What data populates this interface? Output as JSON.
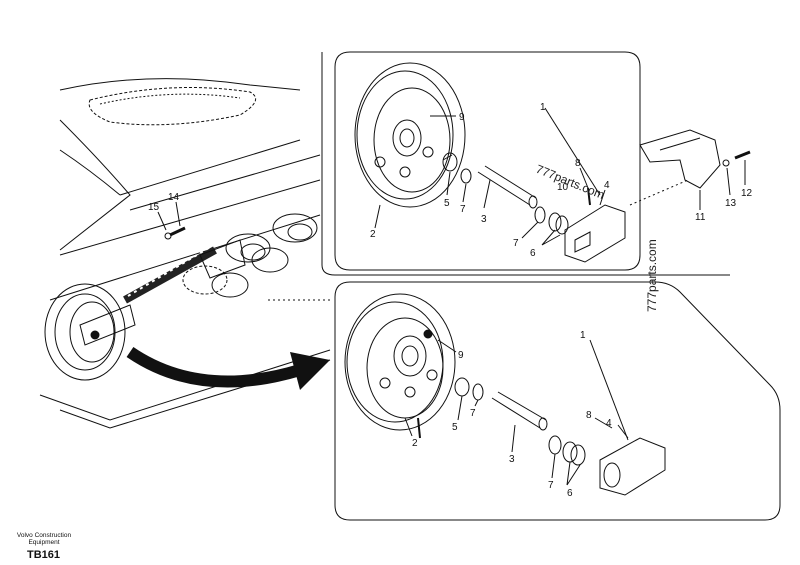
{
  "footer": {
    "company_line1": "Volvo Construction",
    "company_line2": "Equipment",
    "code": "TB161"
  },
  "watermarks": [
    "777parts.com",
    "777parts.com"
  ],
  "callouts_top": {
    "n1": "1",
    "n2": "2",
    "n3": "3",
    "n4": "4",
    "n5": "5",
    "n6": "6",
    "n7a": "7",
    "n7b": "7",
    "n8": "8",
    "n9": "9",
    "n10": "10",
    "n11": "11",
    "n12": "12",
    "n13": "13"
  },
  "callouts_machine": {
    "n14": "14",
    "n15": "15"
  },
  "callouts_bottom": {
    "n1": "1",
    "n2": "2",
    "n3": "3",
    "n4": "4",
    "n5": "5",
    "n6": "6",
    "n7a": "7",
    "n7b": "7",
    "n8": "8",
    "n9": "9"
  }
}
